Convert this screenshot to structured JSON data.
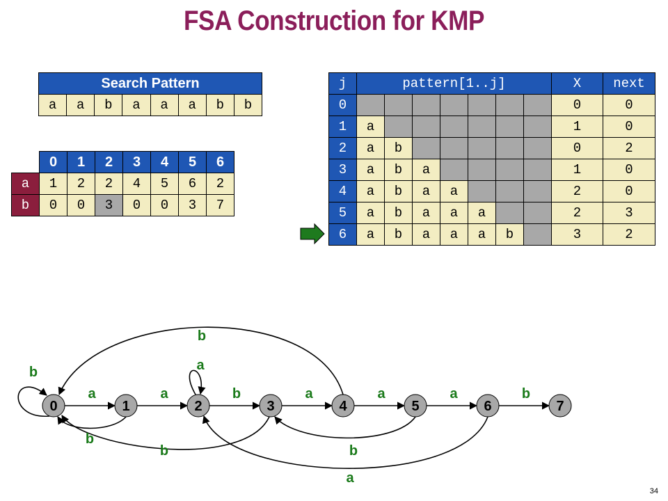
{
  "title": "FSA Construction for KMP",
  "search_pattern": {
    "header": "Search Pattern",
    "chars": [
      "a",
      "a",
      "b",
      "a",
      "a",
      "a",
      "b",
      "b"
    ]
  },
  "dfa_table": {
    "states": [
      "0",
      "1",
      "2",
      "3",
      "4",
      "5",
      "6"
    ],
    "rows": [
      {
        "label": "a",
        "values": [
          "1",
          "2",
          "2",
          "4",
          "5",
          "6",
          "2"
        ],
        "highlight": [
          false,
          false,
          false,
          false,
          false,
          false,
          false
        ]
      },
      {
        "label": "b",
        "values": [
          "0",
          "0",
          "3",
          "0",
          "0",
          "3",
          "7"
        ],
        "highlight": [
          false,
          false,
          true,
          false,
          false,
          false,
          false
        ]
      }
    ]
  },
  "kmp_table": {
    "headers": {
      "j": "j",
      "pattern": "pattern[1..j]",
      "x": "X",
      "next": "next"
    },
    "rows": [
      {
        "j": "0",
        "pattern": [
          "",
          "",
          "",
          "",
          "",
          "",
          ""
        ],
        "x": "0",
        "next": "0"
      },
      {
        "j": "1",
        "pattern": [
          "a",
          "",
          "",
          "",
          "",
          "",
          ""
        ],
        "x": "1",
        "next": "0"
      },
      {
        "j": "2",
        "pattern": [
          "a",
          "b",
          "",
          "",
          "",
          "",
          ""
        ],
        "x": "0",
        "next": "2"
      },
      {
        "j": "3",
        "pattern": [
          "a",
          "b",
          "a",
          "",
          "",
          "",
          ""
        ],
        "x": "1",
        "next": "0"
      },
      {
        "j": "4",
        "pattern": [
          "a",
          "b",
          "a",
          "a",
          "",
          "",
          ""
        ],
        "x": "2",
        "next": "0"
      },
      {
        "j": "5",
        "pattern": [
          "a",
          "b",
          "a",
          "a",
          "a",
          "",
          ""
        ],
        "x": "2",
        "next": "3"
      },
      {
        "j": "6",
        "pattern": [
          "a",
          "b",
          "a",
          "a",
          "a",
          "b",
          ""
        ],
        "x": "3",
        "next": "2"
      }
    ],
    "current_row_indicator": "6",
    "indicator_color": "#1e7a1e"
  },
  "fsa": {
    "states": [
      "0",
      "1",
      "2",
      "3",
      "4",
      "5",
      "6",
      "7"
    ],
    "forward_labels": [
      "a",
      "a",
      "b",
      "a",
      "a",
      "a",
      "b"
    ],
    "back_edges": [
      {
        "from": "0",
        "to": "0",
        "label": "b"
      },
      {
        "from": "2",
        "to": "2",
        "label": "a"
      },
      {
        "from": "1",
        "to": "0",
        "label": "b"
      },
      {
        "from": "3",
        "to": "0",
        "label": "b"
      },
      {
        "from": "4",
        "to": "0",
        "label": "b"
      },
      {
        "from": "5",
        "to": "3",
        "label": "b"
      },
      {
        "from": "6",
        "to": "2",
        "label": "a"
      }
    ],
    "node_color": "#a8a8a8",
    "label_color": "#1a7a1a"
  },
  "page_number": "34"
}
